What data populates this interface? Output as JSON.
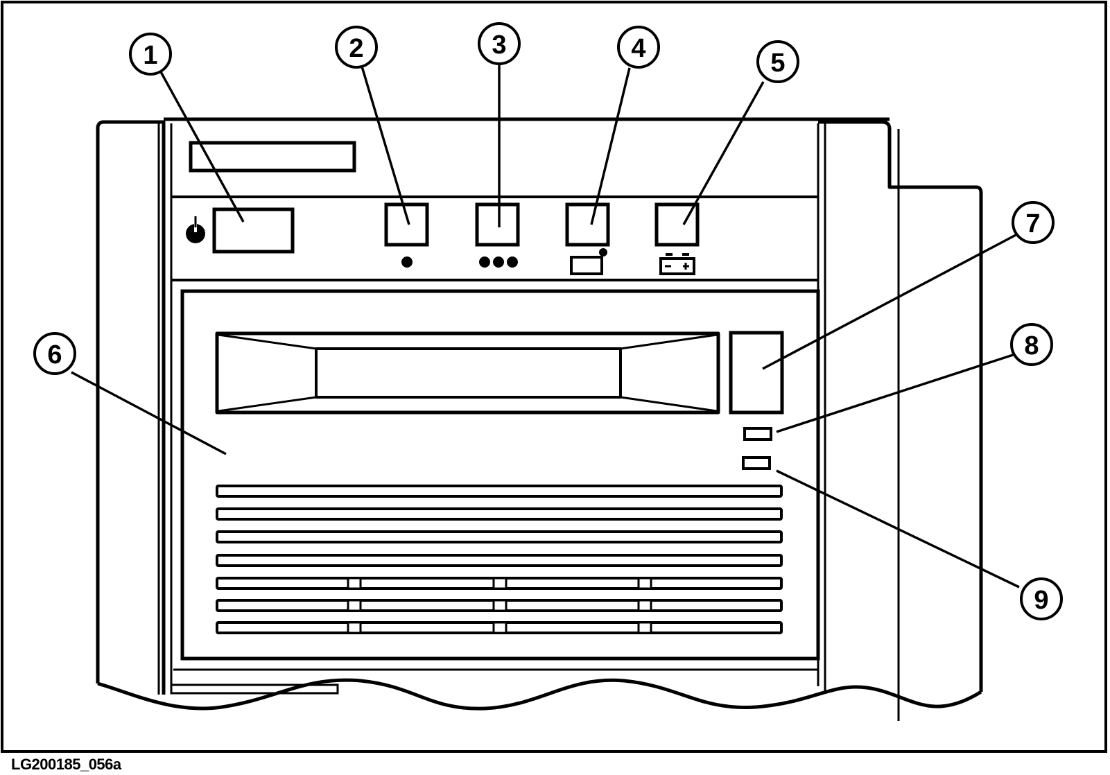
{
  "figure_id": "LG200185_056a",
  "callouts": [
    {
      "number": "1",
      "target": "power-switch"
    },
    {
      "number": "2",
      "target": "indicator-2"
    },
    {
      "number": "3",
      "target": "indicator-3"
    },
    {
      "number": "4",
      "target": "indicator-4"
    },
    {
      "number": "5",
      "target": "indicator-5"
    },
    {
      "number": "6",
      "target": "front-bezel"
    },
    {
      "number": "7",
      "target": "eject-button"
    },
    {
      "number": "8",
      "target": "led-8"
    },
    {
      "number": "9",
      "target": "led-9"
    }
  ],
  "colors": {
    "line": "#000000",
    "background": "#ffffff"
  }
}
